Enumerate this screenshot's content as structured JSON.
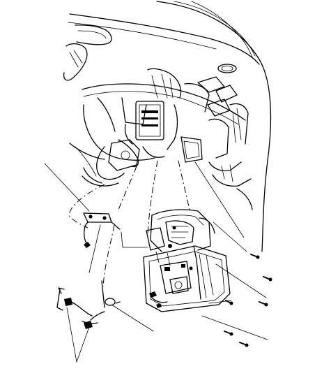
{
  "figure": {
    "kind": "exploded-parts-illustration",
    "colors": {
      "line": "#000000",
      "background": "#ffffff"
    }
  },
  "callouts": [
    {
      "target": "connector-bracket",
      "direction": "down-right"
    },
    {
      "target": "harness-clip",
      "direction": "up"
    },
    {
      "target": "panel-clip",
      "direction": "up-left"
    },
    {
      "target": "upper-bolt",
      "direction": "up-left"
    },
    {
      "target": "lower-bolts",
      "direction": "up-left"
    },
    {
      "target": "mount-bolt",
      "direction": "up-left"
    },
    {
      "target": "lower-connectors",
      "direction": "up"
    }
  ],
  "fasteners": [
    "bolt",
    "bolt",
    "bolt",
    "bolt",
    "bolt"
  ]
}
